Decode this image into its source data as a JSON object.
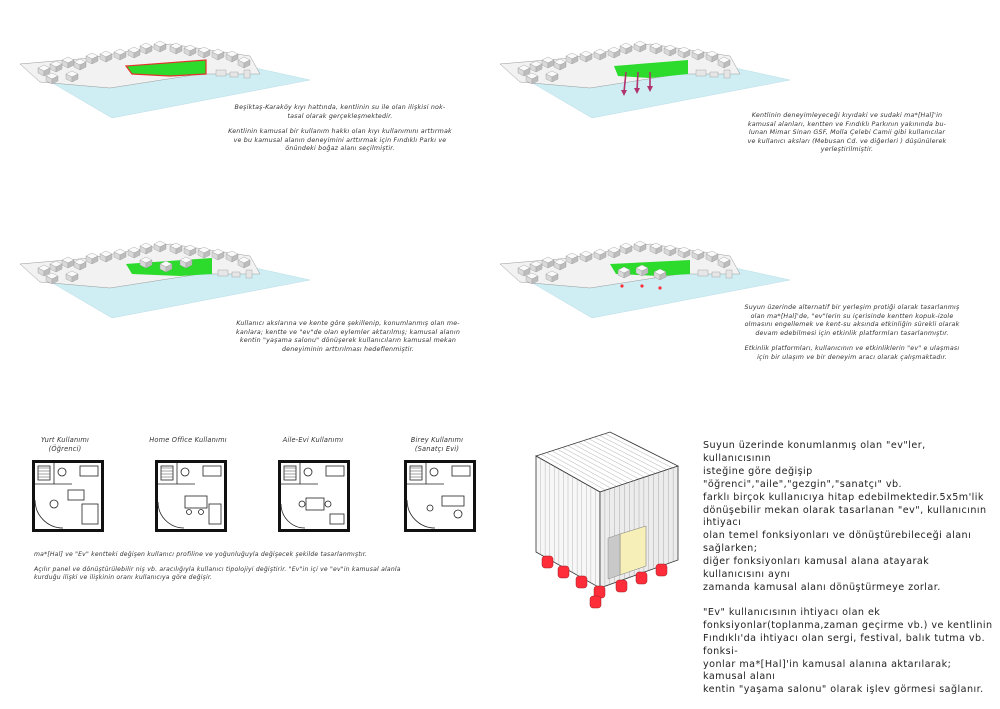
{
  "colors": {
    "water": "#cfeef4",
    "park": "#2ddb2d",
    "border": "#e5322c",
    "arrow": "#b0336b",
    "pontoon": "#ff2d3a",
    "land": "#f2f2f2"
  },
  "site_notes": {
    "p1": [
      "Beşiktaş-Karaköy kıyı hattında, kentlinin su ile olan ilişkisi nok-\ntasal olarak gerçekleşmektedir.",
      "Kentlinin kamusal bir kullanım hakkı olan kıyı kullanımını arttırmak\nve bu kamusal alanın deneyimini arttırmak için Fındıklı Parkı ve\nönündeki boğaz alanı seçilmiştir."
    ],
    "p2": [
      "Kentlinin deneyimleyeceği kıyıdaki ve sudaki ma*[Hal]'in\nkamusal alanları, kentten ve Fındıklı Parkının yakınında bu-\nlunan Mimar Sinan GSF, Molla Çelebi Camii gibi kullanıcılar\nve kullanıcı aksları (Mebusan Cd. ve diğerleri ) düşünülerek\nyerleştirilmiştir."
    ],
    "p3": [
      "Kullanıcı akslarına ve kente göre şekillenip, konumlanmış olan me-\nkanlara; kentte ve \"ev\"de olan eylemler aktarılmış; kamusal alanın\nkentin \"yaşama salonu\" dönüşerek kullanıcıların kamusal mekan\ndeneyiminin arttırılması hedeflenmiştir."
    ],
    "p4": [
      "Suyun üzerinde alternatif bir yerleşim protiği olarak tasarlanmış\nolan ma*[Hal]'de, \"ev\"lerin su içerisinde kentten kopuk-izole\nolmasını engellemek ve kent-su aksında etkinliğin sürekli olarak\ndevam edebilmesi için etkinlik platformları tasarlanmıştır.",
      "Etkinlik platformları, kullanıcının ve etkinliklerin \"ev\" e ulaşması\niçin bir ulaşım ve bir deneyim aracı olarak çalışmaktadır."
    ]
  },
  "plans": [
    {
      "title": "Yurt Kullanımı\n(Öğrenci)"
    },
    {
      "title": "Home Office Kullanımı"
    },
    {
      "title": "Aile-Evi Kullanımı"
    },
    {
      "title": "Birey Kullanımı\n(Sanatçı Evi)"
    }
  ],
  "plan_notes": [
    "ma*[Hal] ve \"Ev\" kentteki değişen kullanıcı profiline ve yoğunluğuyla değişecek şekilde tasarlanmıştır.",
    "Açılır panel ve dönüştürülebilir niş vb. aracılığıyla kullanıcı tipolojiyi değiştirir. \"Ev\"in içi ve \"ev\"in kamusal alanla\nkurduğu ilişki ve ilişkinin oranı kullanıcıya göre değişir."
  ],
  "description": [
    "Suyun üzerinde konumlanmış olan \"ev\"ler, kullanıcısının\nisteğine göre değişip \"öğrenci\",\"aile\",\"gezgin\",\"sanatçı\" vb.\nfarklı birçok kullanıcıya hitap edebilmektedir.5x5m'lik\ndönüşebilir mekan olarak tasarlanan \"ev\", kullanıcının ihtiyacı\nolan temel fonksiyonları ve dönüştürebileceği alanı sağlarken;\ndiğer fonksiyonları kamusal alana atayarak kullanıcısını aynı\nzamanda kamusal alanı dönüştürmeye zorlar.",
    "\"Ev\" kullanıcısının ihtiyacı olan ek\nfonksiyonlar(toplanma,zaman geçirme vb.) ve kentlinin\nFındıklı'da ihtiyacı olan sergi, festival, balık tutma vb. fonksi-\nyonlar ma*[Hal]'in kamusal alanına aktarılarak; kamusal alanı\nkentin \"yaşama salonu\" olarak işlev görmesi sağlanır."
  ]
}
